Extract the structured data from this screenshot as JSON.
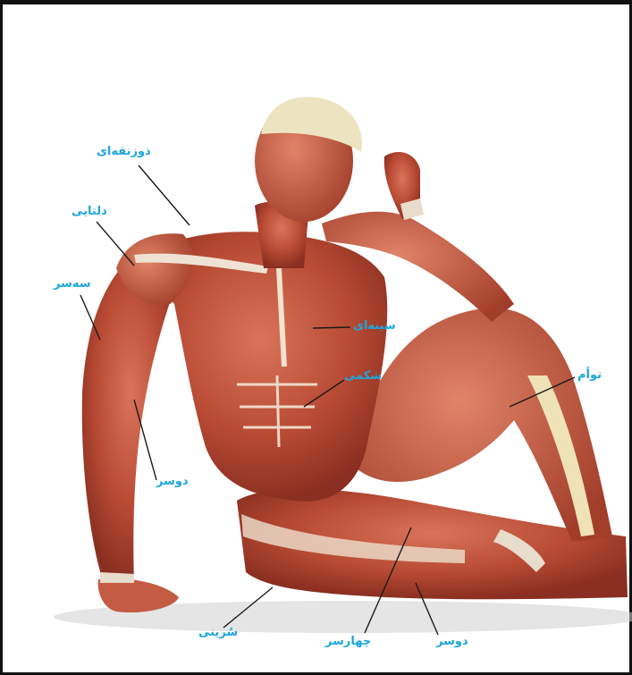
{
  "colors": {
    "label": "#1da6dd",
    "leader_line": "#1a1a1a",
    "frame": "#111111",
    "muscle": "#b84a34",
    "tendon": "#e8dccc"
  },
  "labels": {
    "trapezius": "ذوزنقه‌ای",
    "deltoid": "دلتایی",
    "triceps": "سه‌سر",
    "biceps": "دوسر",
    "pectoral": "سینه‌ای",
    "abdominal": "شکمی",
    "gastrocnemius": "توأم",
    "gluteus": "سُرینی",
    "quadriceps": "چهارسر",
    "hamstring": "دوسر"
  }
}
